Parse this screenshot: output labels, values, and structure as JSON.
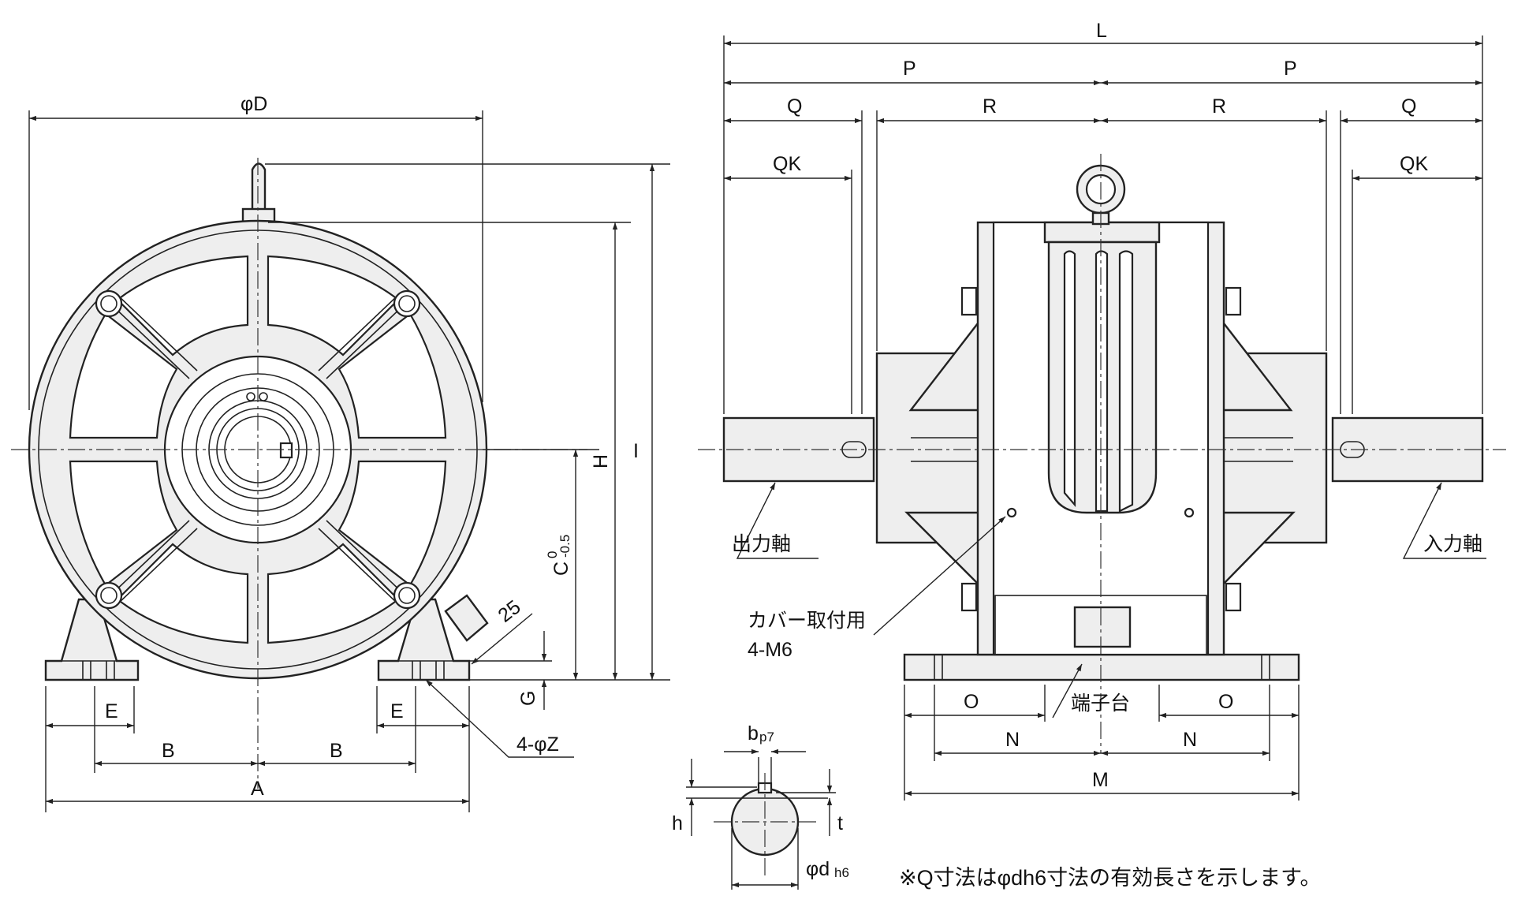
{
  "front_view": {
    "dim_D": "φD",
    "dim_H": "H",
    "dim_I": "I",
    "dim_C": "C",
    "dim_C_tol_upper": "0",
    "dim_C_tol_lower": "-0.5",
    "dim_25": "25",
    "dim_G": "G",
    "dim_E_left": "E",
    "dim_E_right": "E",
    "dim_B_left": "B",
    "dim_B_right": "B",
    "dim_A": "A",
    "hole_note": "4-φZ"
  },
  "side_view": {
    "dim_L": "L",
    "dim_P_left": "P",
    "dim_P_right": "P",
    "dim_Q_left": "Q",
    "dim_R_left": "R",
    "dim_R_right": "R",
    "dim_Q_right": "Q",
    "dim_QK_left": "QK",
    "dim_QK_right": "QK",
    "output_shaft": "出力軸",
    "input_shaft": "入力軸",
    "cover_mount": "カバー取付用",
    "cover_screw": "4-M6",
    "terminal_block": "端子台",
    "dim_O_left": "O",
    "dim_O_right": "O",
    "dim_N_left": "N",
    "dim_N_right": "N",
    "dim_M": "M"
  },
  "shaft_detail": {
    "dim_b": "b",
    "dim_b_sub": "p7",
    "dim_h": "h",
    "dim_t": "t",
    "dim_d": "φd",
    "dim_d_sub": "h6"
  },
  "footnote": "※Q寸法はφdh6寸法の有効長さを示します。",
  "colors": {
    "line": "#222222",
    "fill": "#eeeeee",
    "background": "#ffffff"
  }
}
